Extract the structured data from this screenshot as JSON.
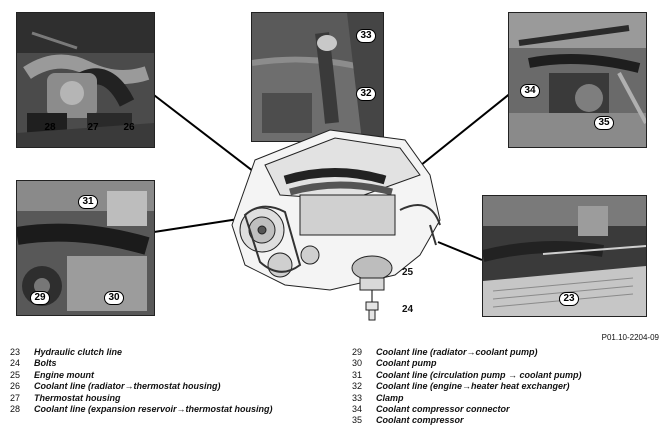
{
  "callouts": {
    "c23": "23",
    "c24": "24",
    "c25": "25",
    "c26": "26",
    "c27": "27",
    "c28": "28",
    "c29": "29",
    "c30": "30",
    "c31": "31",
    "c32": "32",
    "c33": "33",
    "c34": "34",
    "c35": "35"
  },
  "reference": "P01.10-2204-09",
  "legend_left": [
    {
      "num": "23",
      "text": "Hydraulic clutch line"
    },
    {
      "num": "24",
      "text": "Bolts"
    },
    {
      "num": "25",
      "text": "Engine mount"
    },
    {
      "num": "26",
      "text": "Coolant line  (radiator→thermostat housing)"
    },
    {
      "num": "27",
      "text": "Thermostat housing"
    },
    {
      "num": "28",
      "text": "Coolant line  (expansion reservoir→thermostat housing)"
    }
  ],
  "legend_right": [
    {
      "num": "29",
      "text": "Coolant line  (radiator→coolant pump)"
    },
    {
      "num": "30",
      "text": "Coolant pump"
    },
    {
      "num": "31",
      "text": "Coolant line  (circulation pump → coolant pump)"
    },
    {
      "num": "32",
      "text": "Coolant line  (engine→heater heat exchanger)"
    },
    {
      "num": "33",
      "text": "Clamp"
    },
    {
      "num": "34",
      "text": "Coolant compressor connector"
    },
    {
      "num": "35",
      "text": "Coolant compressor"
    }
  ]
}
